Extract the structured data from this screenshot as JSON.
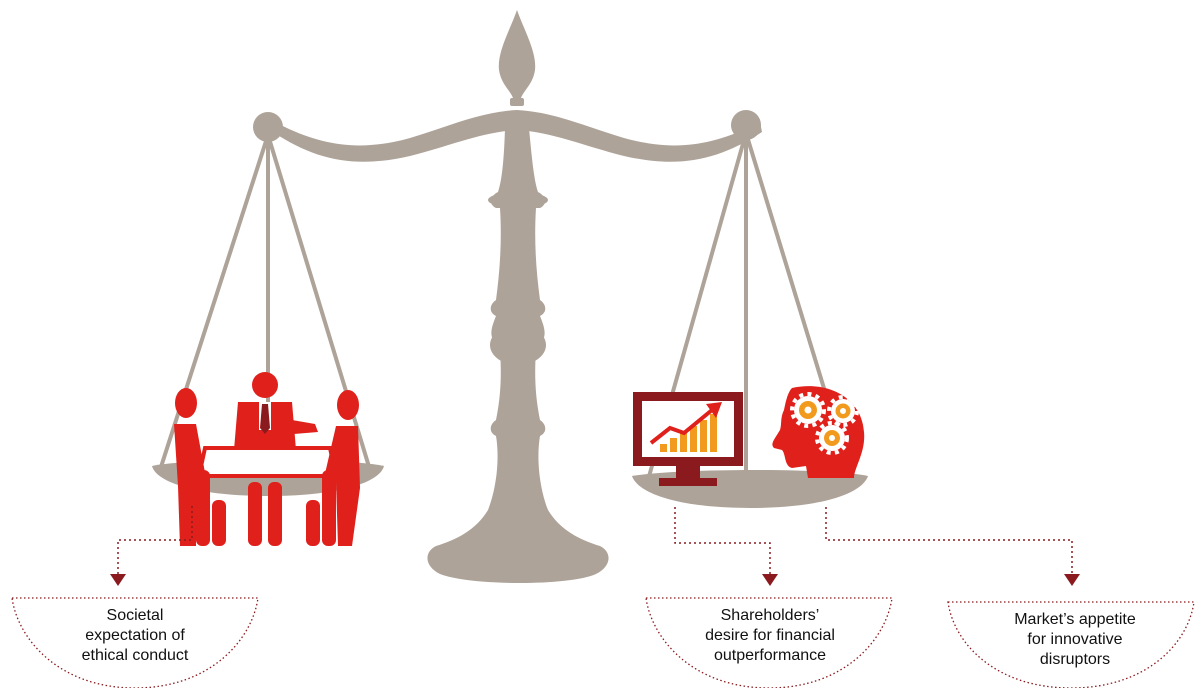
{
  "captions": [
    {
      "lines": [
        "Societal",
        "expectation of",
        "ethical conduct"
      ]
    },
    {
      "lines": [
        "Shareholders’",
        "desire for financial",
        "outperformance"
      ]
    },
    {
      "lines": [
        "Market’s appetite",
        "for innovative",
        "disruptors"
      ]
    }
  ],
  "colors": {
    "scale": "#aea399",
    "accent_red": "#e0201b",
    "dark_red": "#8b1a1e",
    "orange": "#f29a1e",
    "leader": "#8b1a1e"
  },
  "icons": {
    "scale": "balance-scale-icon",
    "left_pan": "people-meeting-icon",
    "right_pan_1": "monitor-growth-chart-icon",
    "right_pan_2": "head-gears-icon"
  }
}
